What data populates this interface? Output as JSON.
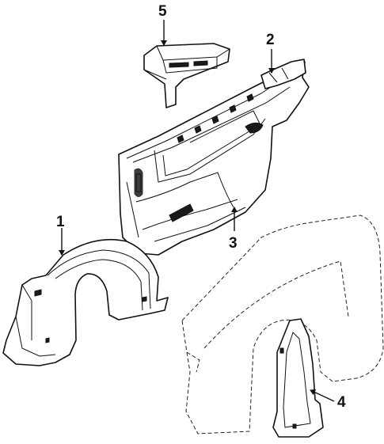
{
  "callouts": [
    {
      "label": "1"
    },
    {
      "label": "2"
    },
    {
      "label": "3"
    },
    {
      "label": "4"
    },
    {
      "label": "5"
    }
  ]
}
